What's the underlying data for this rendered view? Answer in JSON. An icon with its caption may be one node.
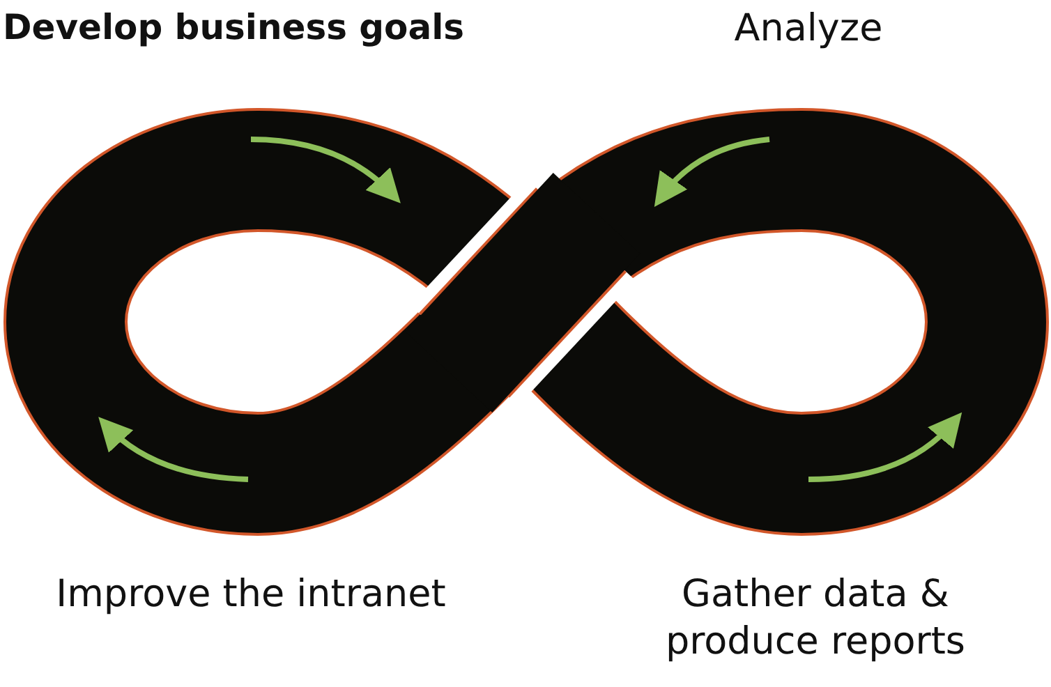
{
  "diagram": {
    "labels": [
      "Develop business goals",
      "Analyze",
      "Improve the intranet",
      "Gather data & produce reports"
    ]
  }
}
